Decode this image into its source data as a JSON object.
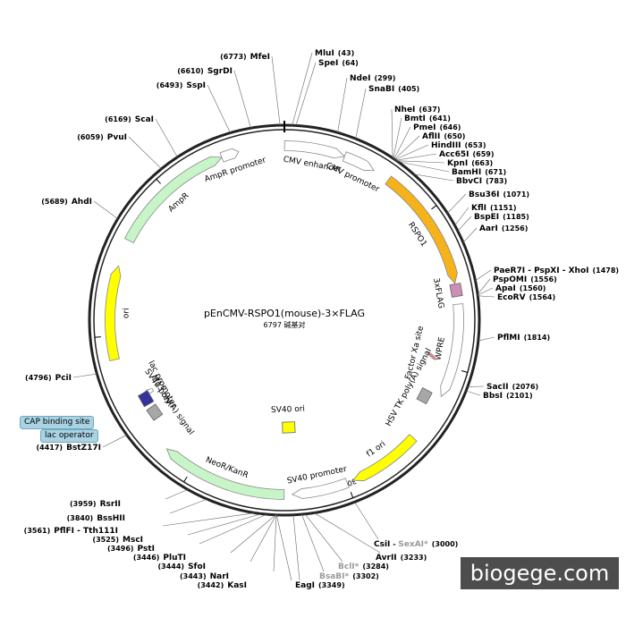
{
  "plasmid": {
    "name": "pEnCMV-RSPO1(mouse)-3×FLAG",
    "length_text": "6797 碱基对",
    "length_bp": 6797
  },
  "ticks": [
    "1000",
    "2000",
    "3000",
    "4000",
    "5000",
    "6000"
  ],
  "features": [
    {
      "id": "cmv-enhancer",
      "label": "CMV enhancer",
      "start": 1,
      "end": 380,
      "color": "#ffffff",
      "kind": "arrow"
    },
    {
      "id": "cmv-promoter",
      "label": "CMV promoter",
      "start": 381,
      "end": 584,
      "color": "#ffffff",
      "kind": "arrow"
    },
    {
      "id": "rspo1",
      "label": "RSPO1",
      "start": 690,
      "end": 1470,
      "color": "#f5b21b",
      "kind": "arrow"
    },
    {
      "id": "3xflag",
      "label": "3xFLAG",
      "start": 1480,
      "end": 1545,
      "color": "#cc8eb5",
      "kind": "block"
    },
    {
      "id": "wpre",
      "label": "WPRE",
      "start": 1600,
      "end": 2190,
      "color": "#ffffff",
      "kind": "arrow"
    },
    {
      "id": "factor-xa",
      "label": "Factor Xa site",
      "start": 1958,
      "end": 1970,
      "color": "#c98c8c",
      "kind": "mark"
    },
    {
      "id": "hsv-tk-polya",
      "label": "HSV TK poly(A) signal",
      "start": 2210,
      "end": 2260,
      "color": "#a7a7a7",
      "kind": "block"
    },
    {
      "id": "f1-ori",
      "label": "f1 ori",
      "start": 2500,
      "end": 2960,
      "color": "#ffff00",
      "kind": "arrow"
    },
    {
      "id": "sv40-promoter",
      "label": "SV40 promoter",
      "start": 3000,
      "end": 3350,
      "color": "#ffffff",
      "kind": "arrow"
    },
    {
      "id": "sv40-ori",
      "label": "SV40 ori",
      "start": 3330,
      "end": 3380,
      "color": "#ffff00",
      "kind": "block"
    },
    {
      "id": "neor-kanr",
      "label": "NeoR/KanR",
      "start": 3400,
      "end": 4200,
      "color": "#c8f5c8",
      "kind": "arrow"
    },
    {
      "id": "sv40-polya",
      "label": "SV40 poly(A) signal",
      "start": 4370,
      "end": 4490,
      "color": "#a7a7a7",
      "kind": "block"
    },
    {
      "id": "lac-promoter",
      "label": "lac promoter",
      "start": 4560,
      "end": 4590,
      "color": "#ffffff",
      "kind": "arrow"
    },
    {
      "id": "m13-rev",
      "label": "M13 rev",
      "start": 4530,
      "end": 4550,
      "color": "#333399",
      "kind": "block"
    },
    {
      "id": "ori",
      "label": "ori",
      "start": 4850,
      "end": 5440,
      "color": "#ffff00",
      "kind": "arrow"
    },
    {
      "id": "ampr",
      "label": "AmpR",
      "start": 5610,
      "end": 6400,
      "color": "#c8f5c8",
      "kind": "arrow"
    },
    {
      "id": "ampr-promoter",
      "label": "AmpR promoter",
      "start": 6400,
      "end": 6510,
      "color": "#ffffff",
      "kind": "arrow"
    }
  ],
  "sites_right": [
    {
      "name": "MluI",
      "pos": "(43)"
    },
    {
      "name": "SpeI",
      "pos": "(64)"
    },
    {
      "name": "NdeI",
      "pos": "(299)"
    },
    {
      "name": "SnaBI",
      "pos": "(405)"
    },
    {
      "name": "NheI",
      "pos": "(637)"
    },
    {
      "name": "BmtI",
      "pos": "(641)"
    },
    {
      "name": "PmeI",
      "pos": "(646)"
    },
    {
      "name": "AflII",
      "pos": "(650)"
    },
    {
      "name": "HindIII",
      "pos": "(653)"
    },
    {
      "name": "Acc65I",
      "pos": "(659)"
    },
    {
      "name": "KpnI",
      "pos": "(663)"
    },
    {
      "name": "BamHI",
      "pos": "(671)"
    },
    {
      "name": "BbvCI",
      "pos": "(783)"
    },
    {
      "name": "Bsu36I",
      "pos": "(1071)"
    },
    {
      "name": "KflI",
      "pos": "(1151)"
    },
    {
      "name": "BspEI",
      "pos": "(1185)"
    },
    {
      "name": "AarI",
      "pos": "(1256)"
    },
    {
      "name": "PaeR7I - PspXI - XhoI",
      "pos": "(1478)"
    },
    {
      "name": "PspOMI",
      "pos": "(1556)"
    },
    {
      "name": "ApaI",
      "pos": "(1560)"
    },
    {
      "name": "EcoRV",
      "pos": "(1564)"
    },
    {
      "name": "PflMI",
      "pos": "(1814)"
    },
    {
      "name": "SacII",
      "pos": "(2076)"
    },
    {
      "name": "BbsI",
      "pos": "(2101)"
    }
  ],
  "sites_bottom": [
    {
      "name": "CsiI",
      "pos": "(3000)",
      "extra": "SexAI*"
    },
    {
      "name": "AvrII",
      "pos": "(3233)"
    },
    {
      "name": "BclI*",
      "pos": "(3284)"
    },
    {
      "name": "BsaBI*",
      "pos": "(3302)"
    },
    {
      "name": "EagI",
      "pos": "(3349)"
    },
    {
      "name": "KasI",
      "pos": "(3442)"
    },
    {
      "name": "NarI",
      "pos": "(3443)"
    },
    {
      "name": "SfoI",
      "pos": "(3444)"
    },
    {
      "name": "PluTI",
      "pos": "(3446)"
    },
    {
      "name": "PstI",
      "pos": "(3496)"
    },
    {
      "name": "MscI",
      "pos": "(3525)"
    },
    {
      "name": "PflFI - Tth111I",
      "pos": "(3561)"
    },
    {
      "name": "BssHII",
      "pos": "(3840)"
    },
    {
      "name": "RsrII",
      "pos": "(3959)"
    }
  ],
  "sites_left": [
    {
      "name": "BstZ17I",
      "pos": "(4417)"
    },
    {
      "name": "PciI",
      "pos": "(4796)"
    },
    {
      "name": "AhdI",
      "pos": "(5689)"
    },
    {
      "name": "PvuI",
      "pos": "(6059)"
    },
    {
      "name": "ScaI",
      "pos": "(6169)"
    },
    {
      "name": "SspI",
      "pos": "(6493)"
    },
    {
      "name": "SgrDI",
      "pos": "(6610)"
    },
    {
      "name": "MfeI",
      "pos": "(6773)"
    }
  ],
  "pills": {
    "cap": "CAP binding site",
    "lac_operator": "lac operator"
  },
  "watermark": "biogege.com"
}
